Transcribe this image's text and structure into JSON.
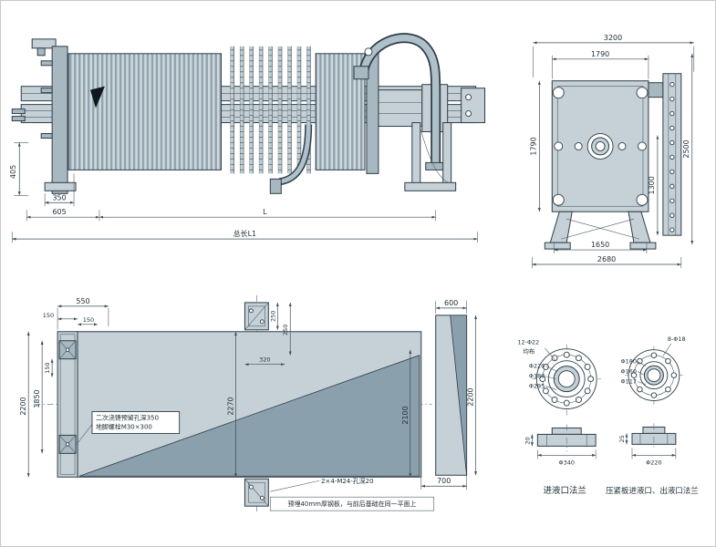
{
  "drawing": {
    "type": "filter-press-general-arrangement",
    "background": "#ffffff",
    "line_color": "#2e3d47",
    "fill_light": "#c6d1d7",
    "fill_medium": "#a7b8c1",
    "fill_dark": "#8aa0ac"
  },
  "side_view": {
    "dim_405": "405",
    "dim_350": "350",
    "dim_605": "605",
    "dim_L": "L",
    "dim_total": "总长L1"
  },
  "end_view": {
    "dim_3200": "3200",
    "dim_1790_top": "1790",
    "dim_1790_left": "1790",
    "dim_2500": "2500",
    "dim_1300": "1300",
    "dim_1650": "1650",
    "dim_2680": "2680"
  },
  "foundation_plan": {
    "dim_550": "550",
    "dim_150_a": "150",
    "dim_150_b": "150",
    "dim_150_v": "150",
    "dim_250_a": "250",
    "dim_250_b": "250",
    "dim_320": "320",
    "dim_2270": "2270",
    "dim_2100": "2100",
    "dim_2200_left": "2200",
    "dim_1850": "1850",
    "dim_600": "600",
    "dim_2200_right": "2200",
    "dim_700": "700",
    "note_casting_1": "二次浇铸预留孔深350",
    "note_casting_2": "地脚螺栓M30×300",
    "note_anchor": "2×4-M24-孔深20",
    "note_plate": "预埋40mm厚钢板，与前后基础在同一平面上"
  },
  "flange_inlet": {
    "title": "进液口法兰",
    "holes": "12-Φ22",
    "spacing": "均布",
    "d1": "Φ220",
    "d2": "Φ180",
    "d3": "Φ295",
    "od": "Φ340",
    "thickness": "20"
  },
  "flange_outlet": {
    "title": "压紧板进液口、出液口法兰",
    "holes": "8-Φ18",
    "d1": "Φ180",
    "d2": "Φ160",
    "d3": "Φ117",
    "od": "Φ220",
    "thickness": "25"
  }
}
